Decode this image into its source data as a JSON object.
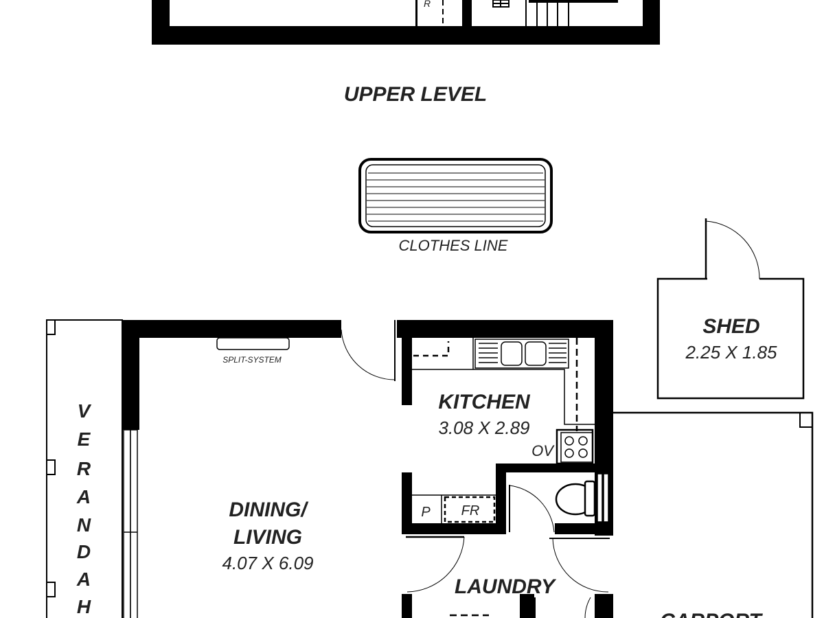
{
  "upper": {
    "title": "UPPER LEVEL",
    "fridge_label": "R"
  },
  "clothes_line": {
    "label": "CLOTHES LINE"
  },
  "shed": {
    "name": "SHED",
    "dims": "2.25 X 1.85"
  },
  "verandah": {
    "letters": [
      "V",
      "E",
      "R",
      "A",
      "N",
      "D",
      "A",
      "H"
    ]
  },
  "dining": {
    "name_line1": "DINING/",
    "name_line2": "LIVING",
    "dims": "4.07 X 6.09",
    "split_system": "SPLIT-SYSTEM"
  },
  "kitchen": {
    "name": "KITCHEN",
    "dims": "3.08 X 2.89",
    "oven": "OV",
    "pantry": "P",
    "fridge": "FR"
  },
  "laundry": {
    "name": "LAUNDRY"
  },
  "carport": {
    "name": "CARPORT"
  }
}
